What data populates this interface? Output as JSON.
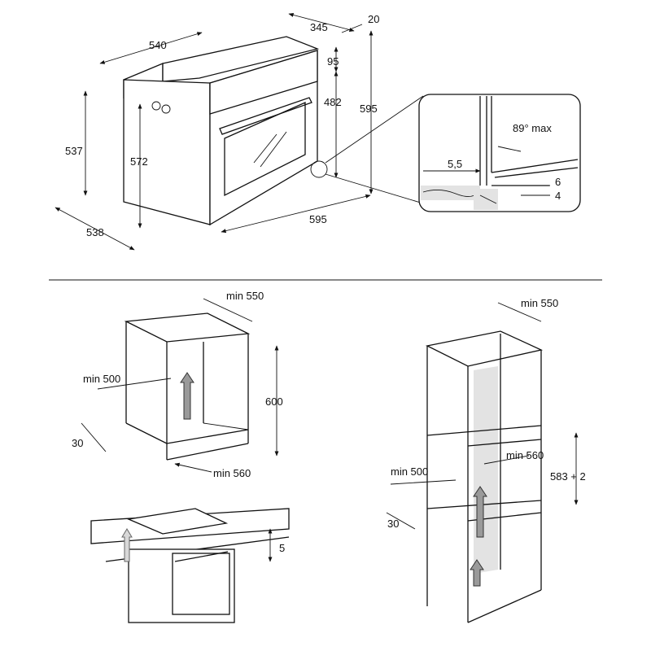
{
  "top": {
    "dims": {
      "d540": "540",
      "d345": "345",
      "d20": "20",
      "d95": "95",
      "d482": "482",
      "d595_h": "595",
      "d537": "537",
      "d572": "572",
      "d538": "538",
      "d595_w": "595"
    },
    "detail": {
      "angle": "89° max",
      "gap": "5,5",
      "d6": "6",
      "d4": "4"
    }
  },
  "under_counter": {
    "min550": "min 550",
    "min500": "min 500",
    "d600": "600",
    "d30": "30",
    "min560": "min 560"
  },
  "hob_install": {
    "d5": "5"
  },
  "column": {
    "min550": "min 550",
    "min560": "min 560",
    "min500": "min 500",
    "d583": "583 + 2",
    "d30": "30"
  },
  "colors": {
    "line": "#111111",
    "shade": "#e3e3e3",
    "arrow": "#9a9a9a"
  }
}
